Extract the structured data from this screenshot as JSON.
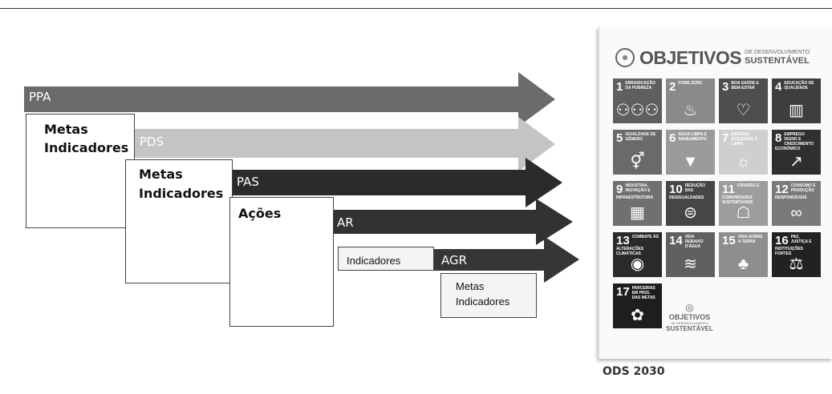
{
  "arrows": {
    "ppa": "PPA",
    "pds": "PDS",
    "pas": "PAS",
    "ar": "AR",
    "agr": "AGR"
  },
  "boxes": {
    "ppa": {
      "line1": "Metas",
      "line2": "Indicadores"
    },
    "pds": {
      "line1": "Metas",
      "line2": "Indicadores"
    },
    "pas": {
      "line1": "Ações"
    },
    "ar": {
      "line1": "Indicadores"
    },
    "agr": {
      "line1": "Metas",
      "line2": "Indicadores"
    }
  },
  "sdg_panel": {
    "title_big": "OBJETIVOS",
    "title_small_top": "DE DESENVOLVIMENTO",
    "title_small_bottom": "SUSTENTÁVEL",
    "goals": [
      {
        "num": "1",
        "text": "Erradicação da pobreza",
        "icon": "family-icon",
        "glyph": "⚇⚇⚇",
        "color": "#5f5f5f"
      },
      {
        "num": "2",
        "text": "Fome zero",
        "icon": "bowl-icon",
        "glyph": "♨",
        "color": "#8a8a8a"
      },
      {
        "num": "3",
        "text": "Boa saúde e bem-estar",
        "icon": "heartbeat-icon",
        "glyph": "♡",
        "color": "#4e4e4e"
      },
      {
        "num": "4",
        "text": "Educação de qualidade",
        "icon": "book-icon",
        "glyph": "▥",
        "color": "#3e3e3e"
      },
      {
        "num": "5",
        "text": "Igualdade de gênero",
        "icon": "gender-icon",
        "glyph": "⚥",
        "color": "#6a6a6a"
      },
      {
        "num": "6",
        "text": "Água limpa e saneamento",
        "icon": "water-icon",
        "glyph": "▼",
        "color": "#9a9a9a"
      },
      {
        "num": "7",
        "text": "Energia acessível e limpa",
        "icon": "sun-icon",
        "glyph": "☼",
        "color": "#cfcfcf"
      },
      {
        "num": "8",
        "text": "Emprego digno e crescimento econômico",
        "icon": "growth-chart-icon",
        "glyph": "↗",
        "color": "#2f2f2f"
      },
      {
        "num": "9",
        "text": "Indústria, inovação e infraestrutura",
        "icon": "cubes-icon",
        "glyph": "▦",
        "color": "#707070"
      },
      {
        "num": "10",
        "text": "Redução das desigualdades",
        "icon": "equal-icon",
        "glyph": "⊜",
        "color": "#464646"
      },
      {
        "num": "11",
        "text": "Cidades e comunidades sustentáveis",
        "icon": "city-icon",
        "glyph": "☖",
        "color": "#9d9d9d"
      },
      {
        "num": "12",
        "text": "Consumo e produção responsáveis",
        "icon": "infinity-icon",
        "glyph": "∞",
        "color": "#7a7a7a"
      },
      {
        "num": "13",
        "text": "Combate às alterações climáticas",
        "icon": "eye-earth-icon",
        "glyph": "◉",
        "color": "#2a2a2a"
      },
      {
        "num": "14",
        "text": "Vida debaixo d'água",
        "icon": "fish-icon",
        "glyph": "≋",
        "color": "#606060"
      },
      {
        "num": "15",
        "text": "Vida sobre a terra",
        "icon": "tree-icon",
        "glyph": "♣",
        "color": "#8e8e8e"
      },
      {
        "num": "16",
        "text": "Paz, justiça e instituições fortes",
        "icon": "dove-icon",
        "glyph": "⚖",
        "color": "#222222"
      },
      {
        "num": "17",
        "text": "Parcerias em prol das metas",
        "icon": "flower-ring-icon",
        "glyph": "✿",
        "color": "#1e1e1e"
      }
    ],
    "logo": {
      "top": "OBJETIVOS",
      "mid": "DE DESENVOLVIMENTO",
      "bottom": "SUSTENTÁVEL"
    }
  },
  "caption": "ODS 2030"
}
